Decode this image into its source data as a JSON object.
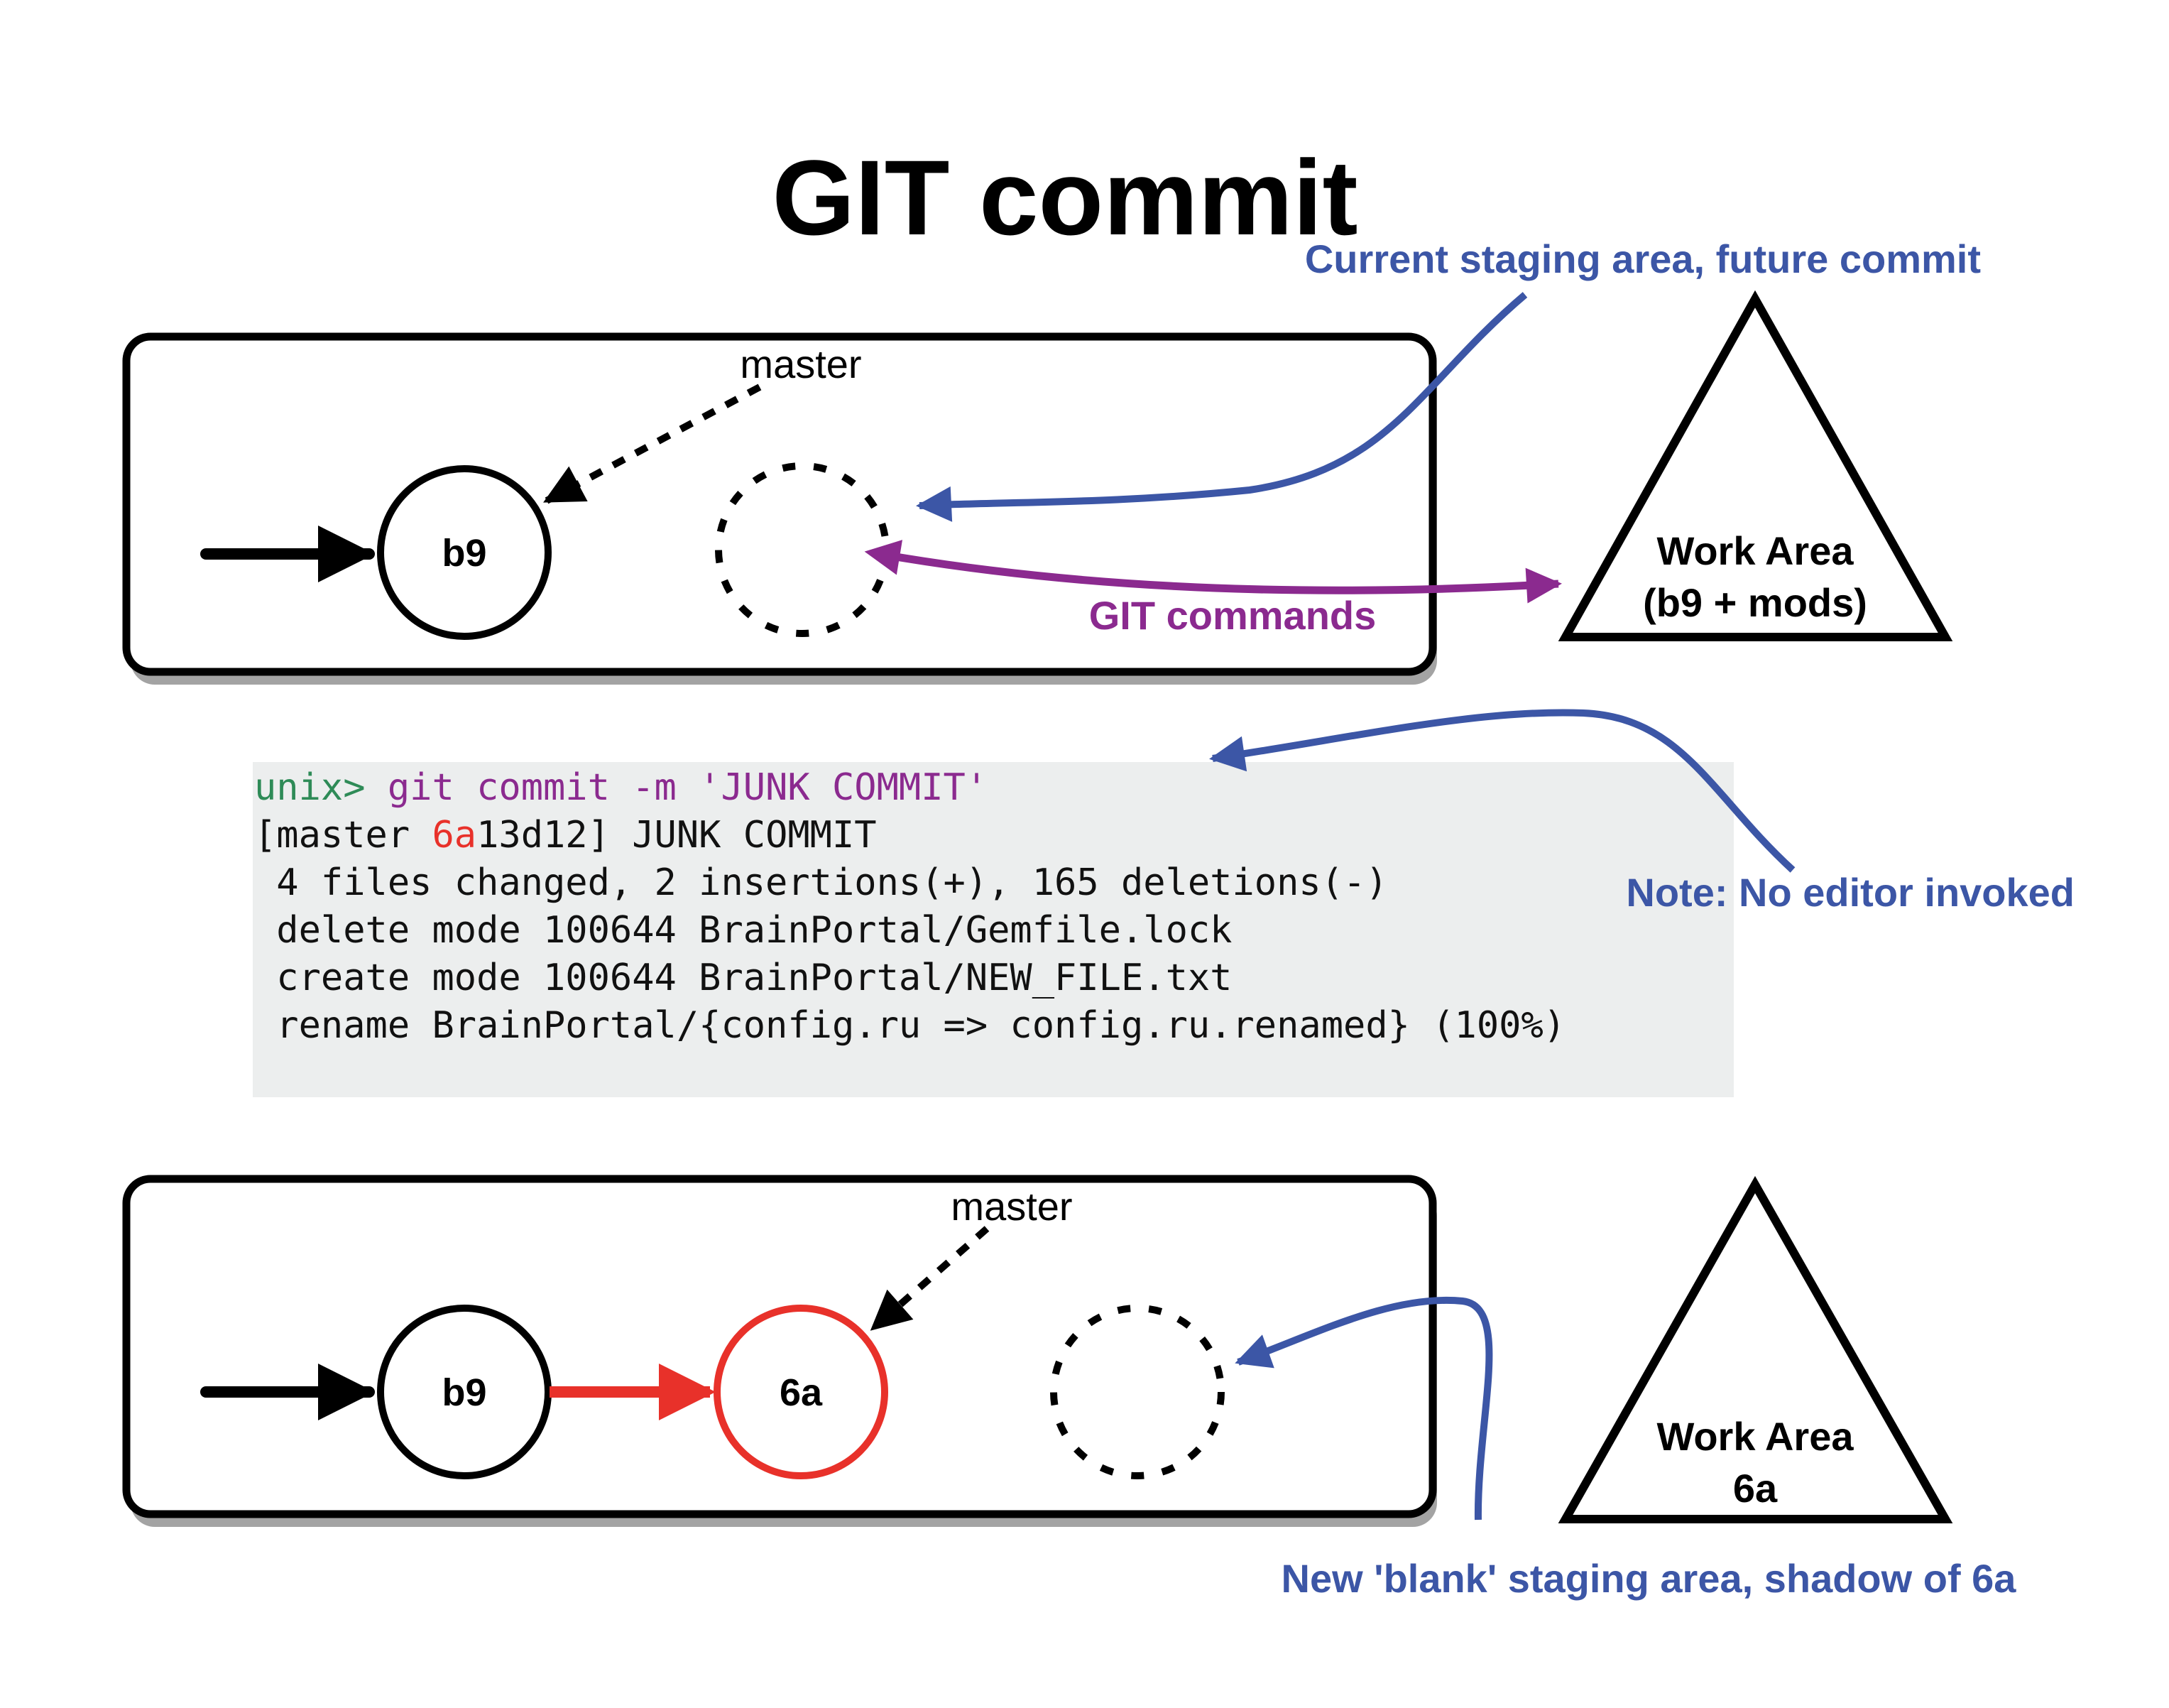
{
  "title": "GIT commit",
  "colors": {
    "blue_annotation": "#3c56a6",
    "purple_annotation": "#8b2a8f",
    "red_commit": "#e8312a",
    "terminal_bg": "#eceeee",
    "prompt_green": "#2e8b57",
    "command_purple": "#8b2a8f"
  },
  "top_diagram": {
    "branch_label": "master",
    "commit_b9": "b9",
    "work_area_line1": "Work Area",
    "work_area_line2": "(b9 + mods)",
    "staging_annotation": "Current staging area, future commit",
    "commands_annotation": "GIT commands"
  },
  "terminal": {
    "prompt": "unix>",
    "command": " git commit -m 'JUNK COMMIT'",
    "line2_prefix": "[master ",
    "line2_hash_highlight": "6a",
    "line2_suffix": "13d12] JUNK COMMIT",
    "line3": " 4 files changed, 2 insertions(+), 165 deletions(-)",
    "line4": " delete mode 100644 BrainPortal/Gemfile.lock",
    "line5": " create mode 100644 BrainPortal/NEW_FILE.txt",
    "line6": " rename BrainPortal/{config.ru => config.ru.renamed} (100%)",
    "note": "Note: No editor invoked"
  },
  "bottom_diagram": {
    "branch_label": "master",
    "commit_b9": "b9",
    "commit_6a": "6a",
    "work_area_line1": "Work Area",
    "work_area_line2": "6a",
    "staging_annotation": "New 'blank' staging area, shadow of 6a"
  }
}
